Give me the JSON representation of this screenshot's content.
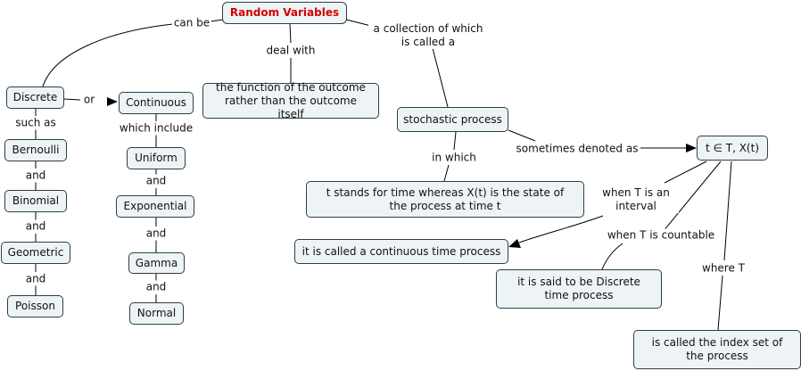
{
  "nodes": {
    "random_variables": "Random Variables",
    "discrete": "Discrete",
    "continuous": "Continuous",
    "bernoulli": "Bernoulli",
    "binomial": "Binomial",
    "geometric": "Geometric",
    "poisson": "Poisson",
    "uniform": "Uniform",
    "exponential": "Exponential",
    "gamma": "Gamma",
    "normal": "Normal",
    "function_outcome": "the function of the outcome rather than the outcome itself",
    "stochastic_process": "stochastic process",
    "t_in_T": "t ∈ T, X(t)",
    "t_stands": "t stands for time whereas X(t) is the state of the process at time t",
    "continuous_time": "it is called a continuous time process",
    "discrete_time": "it is said to be Discrete time process",
    "index_set": "is called the index set of the process"
  },
  "links": {
    "can_be": "can be",
    "deal_with": "deal with",
    "collection": "a collection of which is called a",
    "or": "or",
    "such_as": "such as",
    "and_1": "and",
    "and_2": "and",
    "and_3": "and",
    "which_include": "which include",
    "and_4": "and",
    "and_5": "and",
    "and_6": "and",
    "in_which": "in which",
    "sometimes_denoted": "sometimes denoted as",
    "when_interval": "when T is an interval",
    "when_countable": "when T is countable",
    "where_T": "where T"
  }
}
